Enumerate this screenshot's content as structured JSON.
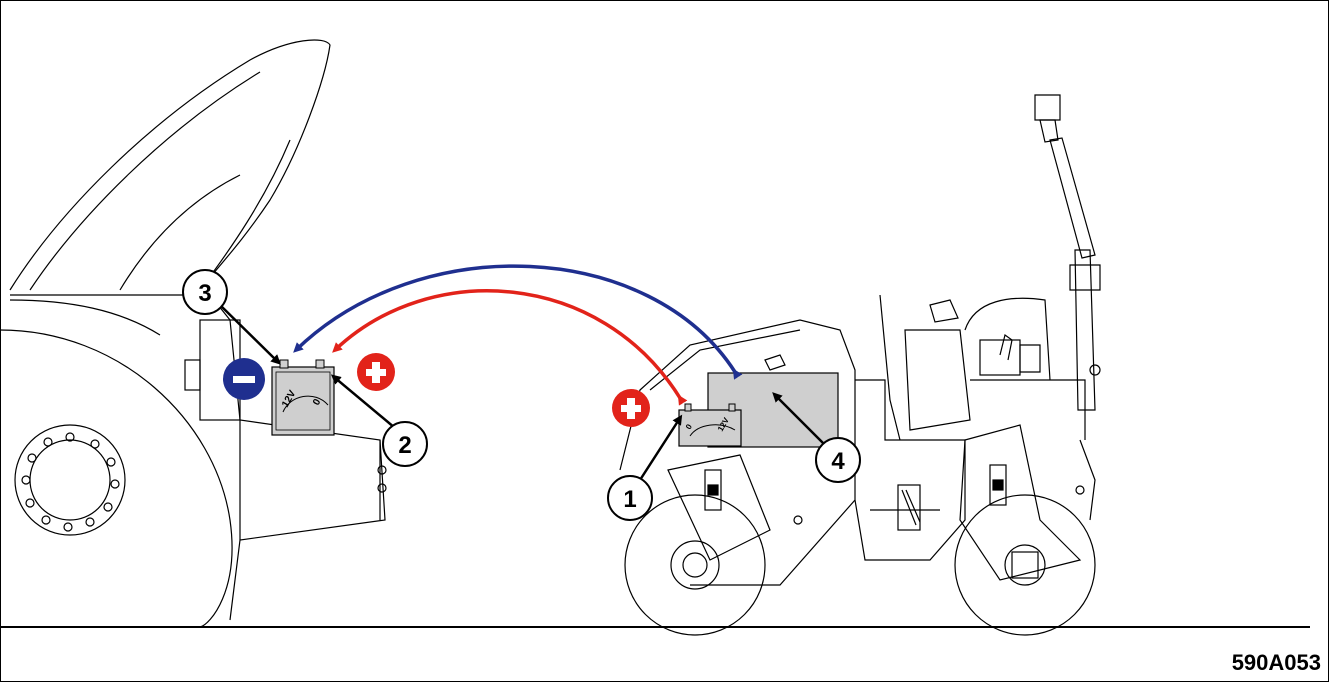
{
  "figure": {
    "code": "590A053"
  },
  "callouts": {
    "c1": "1",
    "c2": "2",
    "c3": "3",
    "c4": "4"
  },
  "batteries": {
    "donor": {
      "voltage": "12V",
      "zero": "0"
    },
    "receiver": {
      "voltage": "12V",
      "zero": "0"
    }
  },
  "terminals": {
    "negative_symbol": "-",
    "positive_symbol": "+"
  },
  "colors": {
    "positive_cable": "#e2231a",
    "negative_cable": "#1f2f8f",
    "battery_fill": "#cfcfcf",
    "outline": "#000000"
  },
  "icons": [
    "negative-terminal-icon",
    "positive-terminal-icon"
  ]
}
